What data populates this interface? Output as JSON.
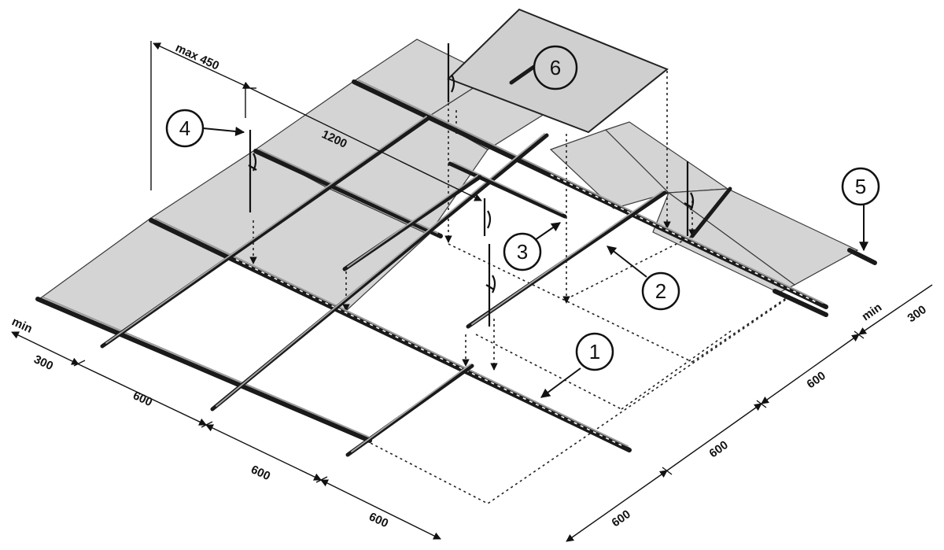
{
  "callouts": {
    "c1": "1",
    "c2": "2",
    "c3": "3",
    "c4": "4",
    "c5": "5",
    "c6": "6"
  },
  "dimensions": {
    "max_hanger_offset": "max 450",
    "hanger_spacing": "1200",
    "left_min_label": "min",
    "left_edge": "300",
    "left_span_1": "600",
    "left_span_2": "600",
    "left_span_3": "600",
    "right_min_label": "min",
    "right_edge": "300",
    "right_span_1": "600",
    "right_span_2": "600",
    "right_span_3": "600"
  }
}
